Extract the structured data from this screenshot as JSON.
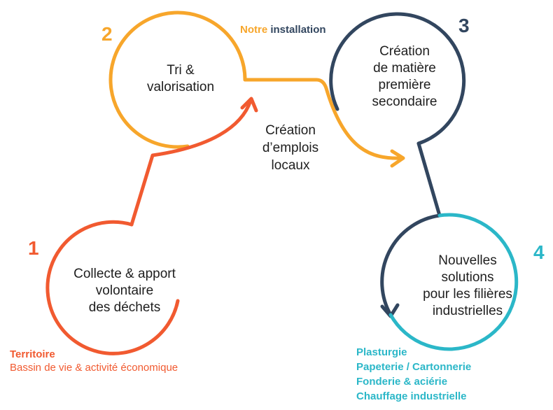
{
  "colors": {
    "step1": "#f15a30",
    "step2": "#f7a62b",
    "step3": "#32465f",
    "step4": "#2bb7c8",
    "text": "#1e1e1e"
  },
  "steps": [
    {
      "number": "1",
      "label_lines": [
        "Collecte & apport",
        "volontaire",
        "des déchets"
      ]
    },
    {
      "number": "2",
      "label_lines": [
        "Tri &",
        "valorisation"
      ]
    },
    {
      "number": "3",
      "label_lines": [
        "Création",
        "de matière",
        "première",
        "secondaire"
      ]
    },
    {
      "number": "4",
      "label_lines": [
        "Nouvelles",
        "solutions",
        "pour les filières",
        "industrielles"
      ]
    }
  ],
  "notre_installation": {
    "part1": "Notre",
    "part2": "installation"
  },
  "emplois_lines": [
    "Création",
    "d’emplois",
    "locaux"
  ],
  "territoire": {
    "title": "Territoire",
    "subtitle": "Bassin de vie & activité économique"
  },
  "industries": [
    "Plasturgie",
    "Papeterie / Cartonnerie",
    "Fonderie & aciérie",
    "Chauffage industrielle"
  ]
}
